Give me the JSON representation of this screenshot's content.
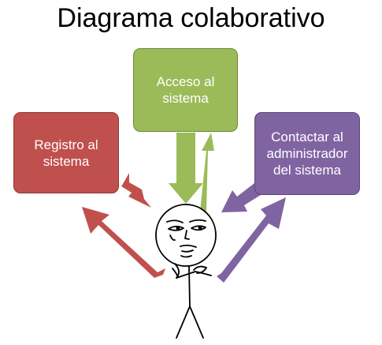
{
  "title": "Diagrama colaborativo",
  "boxes": {
    "registro": {
      "label": "Registro al sistema",
      "color": "#c0504d",
      "border": "#8c3836"
    },
    "acceso": {
      "label": "Acceso al sistema",
      "color": "#9bbb59",
      "border": "#71893f"
    },
    "contactar": {
      "label": "Contactar al administrador del sistema",
      "color": "#8064a2",
      "border": "#5c4776"
    }
  },
  "arrow_colors": {
    "red": "#c0504d",
    "green": "#9bbb59",
    "purple": "#8064a2"
  }
}
